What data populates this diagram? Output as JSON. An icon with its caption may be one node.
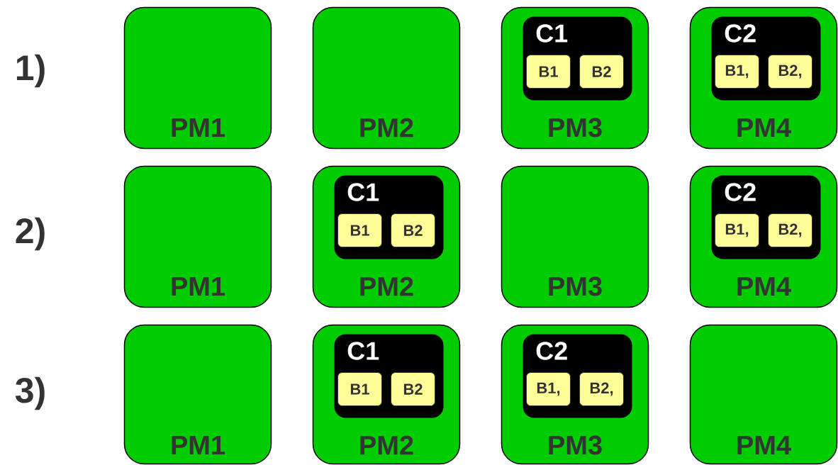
{
  "diagram": {
    "nodes": [
      {
        "text": [
          "PM1"
        ]
      },
      {
        "text": [
          "PM2"
        ]
      },
      {
        "text": [
          "PM3"
        ]
      },
      {
        "text": [
          "C1"
        ],
        "in": 2
      },
      {
        "text": [
          "B1"
        ],
        "in": 3
      },
      {
        "text": [
          "B2"
        ],
        "in": 3
      },
      {
        "text": [
          "PM4"
        ]
      },
      {
        "text": [
          "C2"
        ],
        "in": 6
      },
      {
        "text": [
          "B1,"
        ],
        "in": 7
      },
      {
        "text": [
          "B2,"
        ],
        "in": 7
      },
      {
        "text": [
          "PM1"
        ]
      },
      {
        "text": [
          "PM2"
        ]
      },
      {
        "text": [
          "C1"
        ],
        "in": 11
      },
      {
        "text": [
          "B1"
        ],
        "in": 12
      },
      {
        "text": [
          "B2"
        ],
        "in": 12
      },
      {
        "text": [
          "PM3"
        ]
      },
      {
        "text": [
          "PM4"
        ]
      },
      {
        "text": [
          "C2"
        ],
        "in": 16
      },
      {
        "text": [
          "B1,"
        ],
        "in": 17
      },
      {
        "text": [
          "B2,"
        ],
        "in": 17
      },
      {
        "text": [
          "PM1"
        ]
      },
      {
        "text": [
          "PM2"
        ]
      },
      {
        "text": [
          "C1"
        ],
        "in": 21
      },
      {
        "text": [
          "B1"
        ],
        "in": 22
      },
      {
        "text": [
          "B2"
        ],
        "in": 22
      },
      {
        "text": [
          "PM3"
        ]
      },
      {
        "text": [
          "C2"
        ],
        "in": 25
      },
      {
        "text": [
          "B1,"
        ],
        "in": 26
      },
      {
        "text": [
          "B2,"
        ],
        "in": 26
      },
      {
        "text": [
          "PM4"
        ]
      }
    ],
    "labels": [
      "1)",
      "2)",
      "3)"
    ]
  }
}
